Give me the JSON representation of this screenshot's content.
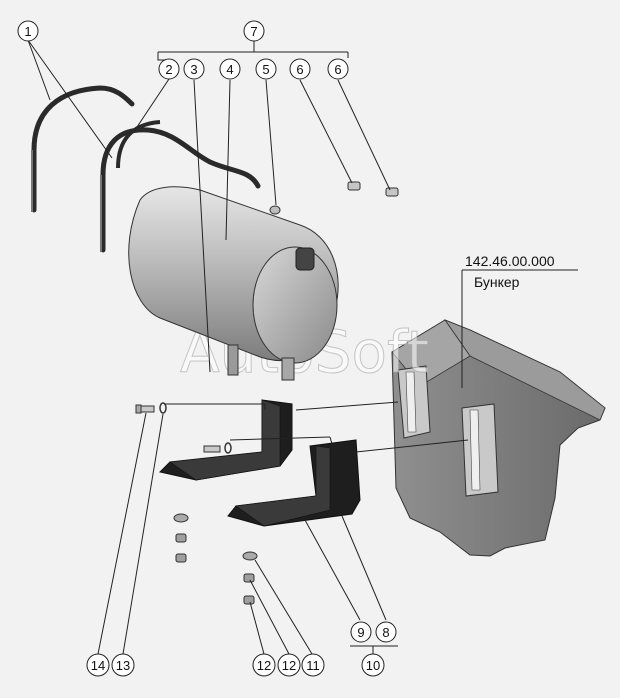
{
  "assembly": {
    "part_number": "142.46.00.000",
    "name": "Бункер"
  },
  "watermark": "AutoSoft",
  "callouts": [
    "1",
    "7",
    "2",
    "3",
    "4",
    "5",
    "6",
    "6",
    "9",
    "8",
    "10",
    "14",
    "13",
    "12",
    "12",
    "11"
  ]
}
